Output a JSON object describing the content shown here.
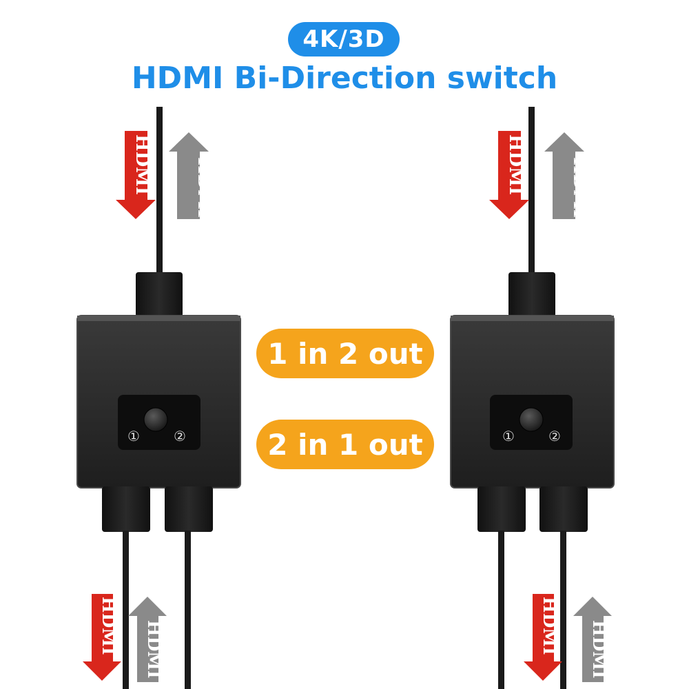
{
  "header": {
    "badge": "4K/3D",
    "title": "HDMI Bi-Direction switch"
  },
  "modes": [
    {
      "label": "1 in 2 out"
    },
    {
      "label": "2 in 1 out"
    }
  ],
  "cable_label": "HDMI",
  "port_labels": [
    "①",
    "②"
  ],
  "colors": {
    "blue": "#1f8ee8",
    "orange": "#f5a41c",
    "red_arrow": "#d9261c",
    "gray_arrow": "#8a8a8a",
    "device": "#2b2b2b"
  }
}
